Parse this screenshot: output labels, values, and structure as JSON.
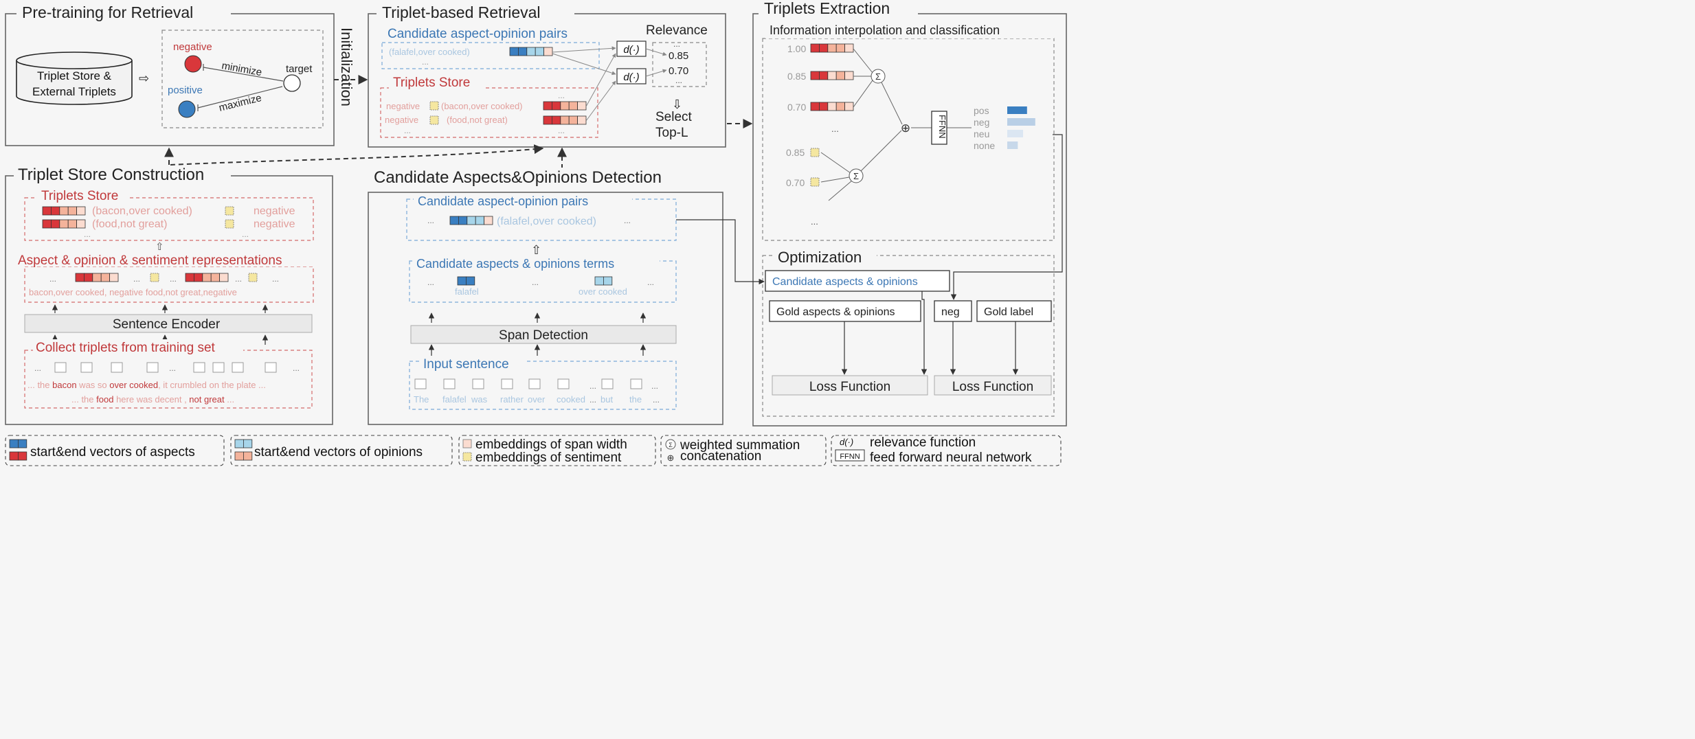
{
  "colors": {
    "aspect_start": "#3a7fc1",
    "aspect_end": "#d9373b",
    "opinion_start": "#a7d5ea",
    "opinion_end": "#f4b39b",
    "span_width": "#fbdcd0",
    "sentiment": "#f5e7a0",
    "red_text": "#c0393b",
    "blue_text": "#3c77b4",
    "pale_red": "#e29f9c",
    "pale_blue": "#a9c6e0"
  },
  "pretraining": {
    "title": "Pre-training for Retrieval",
    "store_line1": "Triplet Store &",
    "store_line2": "External Triplets",
    "negative": "negative",
    "positive": "positive",
    "minimize": "minimize",
    "maximize": "maximize",
    "target": "target",
    "initialization": "Initialization"
  },
  "retrieval": {
    "title": "Triplet-based Retrieval",
    "candidate_pairs": "Candidate aspect-opinion pairs",
    "pair_text": "(falafel,over cooked)",
    "relevance": "Relevance",
    "d_fn": "d(·)",
    "score1": "0.85",
    "score2": "0.70",
    "triplets_store": "Triplets Store",
    "neg_label": "negative",
    "triplet1": "(bacon,over cooked)",
    "triplet2": "(food,not great)",
    "select_line1": "Select",
    "select_line2": "Top-L",
    "ellipsis": "..."
  },
  "extraction": {
    "title": "Triplets Extraction",
    "subtitle": "Information interpolation and classification",
    "weights": [
      "1.00",
      "0.85",
      "0.70"
    ],
    "sent_weights": [
      "0.85",
      "0.70"
    ],
    "sigma": "Σ",
    "plus": "⊕",
    "ffnn": "FFNN",
    "classes": [
      {
        "label": "pos",
        "value": 0.6
      },
      {
        "label": "neg",
        "value": 0.85
      },
      {
        "label": "neu",
        "value": 0.48
      },
      {
        "label": "none",
        "value": 0.32
      }
    ]
  },
  "optimization": {
    "title": "Optimization",
    "candidate": "Candidate aspects & opinions",
    "gold_ao": "Gold aspects & opinions",
    "neg": "neg",
    "gold_label": "Gold label",
    "loss": "Loss Function"
  },
  "construction": {
    "title": "Triplet Store Construction",
    "store_title": "Triplets Store",
    "t1": "(bacon,over cooked)",
    "t2": "(food,not great)",
    "negative": "negative",
    "repr_title": "Aspect & opinion & sentiment representations",
    "repr_text": "bacon,over cooked, negative  food,not great,negative",
    "encoder": "Sentence Encoder",
    "collect_title": "Collect triplets from training set",
    "s1_pre": "... the ",
    "s1_bacon": "bacon",
    "s1_mid": " was so ",
    "s1_over": "over cooked",
    "s1_post": ", it crumbled on the plate ...",
    "s2_pre": "... the ",
    "s2_food": "food",
    "s2_mid": " here was decent , ",
    "s2_not": "not great",
    "s2_post": " ..."
  },
  "detection": {
    "title": "Candidate Aspects&Opinions Detection",
    "pairs_title": "Candidate aspect-opinion pairs",
    "pair_text": "(falafel,over cooked)",
    "terms_title": "Candidate aspects & opinions terms",
    "falafel": "falafel",
    "over_cooked": "over cooked",
    "span_detection": "Span Detection",
    "input_title": "Input sentence",
    "words": [
      "The",
      "falafel",
      "was",
      "rather",
      "over",
      "cooked",
      "but",
      "the"
    ]
  },
  "legend": {
    "aspects": "start&end vectors of aspects",
    "opinions": "start&end vectors of opinions",
    "span_width": "embeddings of span width",
    "sentiment": "embeddings of sentiment",
    "weighted": "weighted summation",
    "concat": "concatenation",
    "relevance": "relevance function",
    "ffnn_desc": "feed forward neural network"
  }
}
